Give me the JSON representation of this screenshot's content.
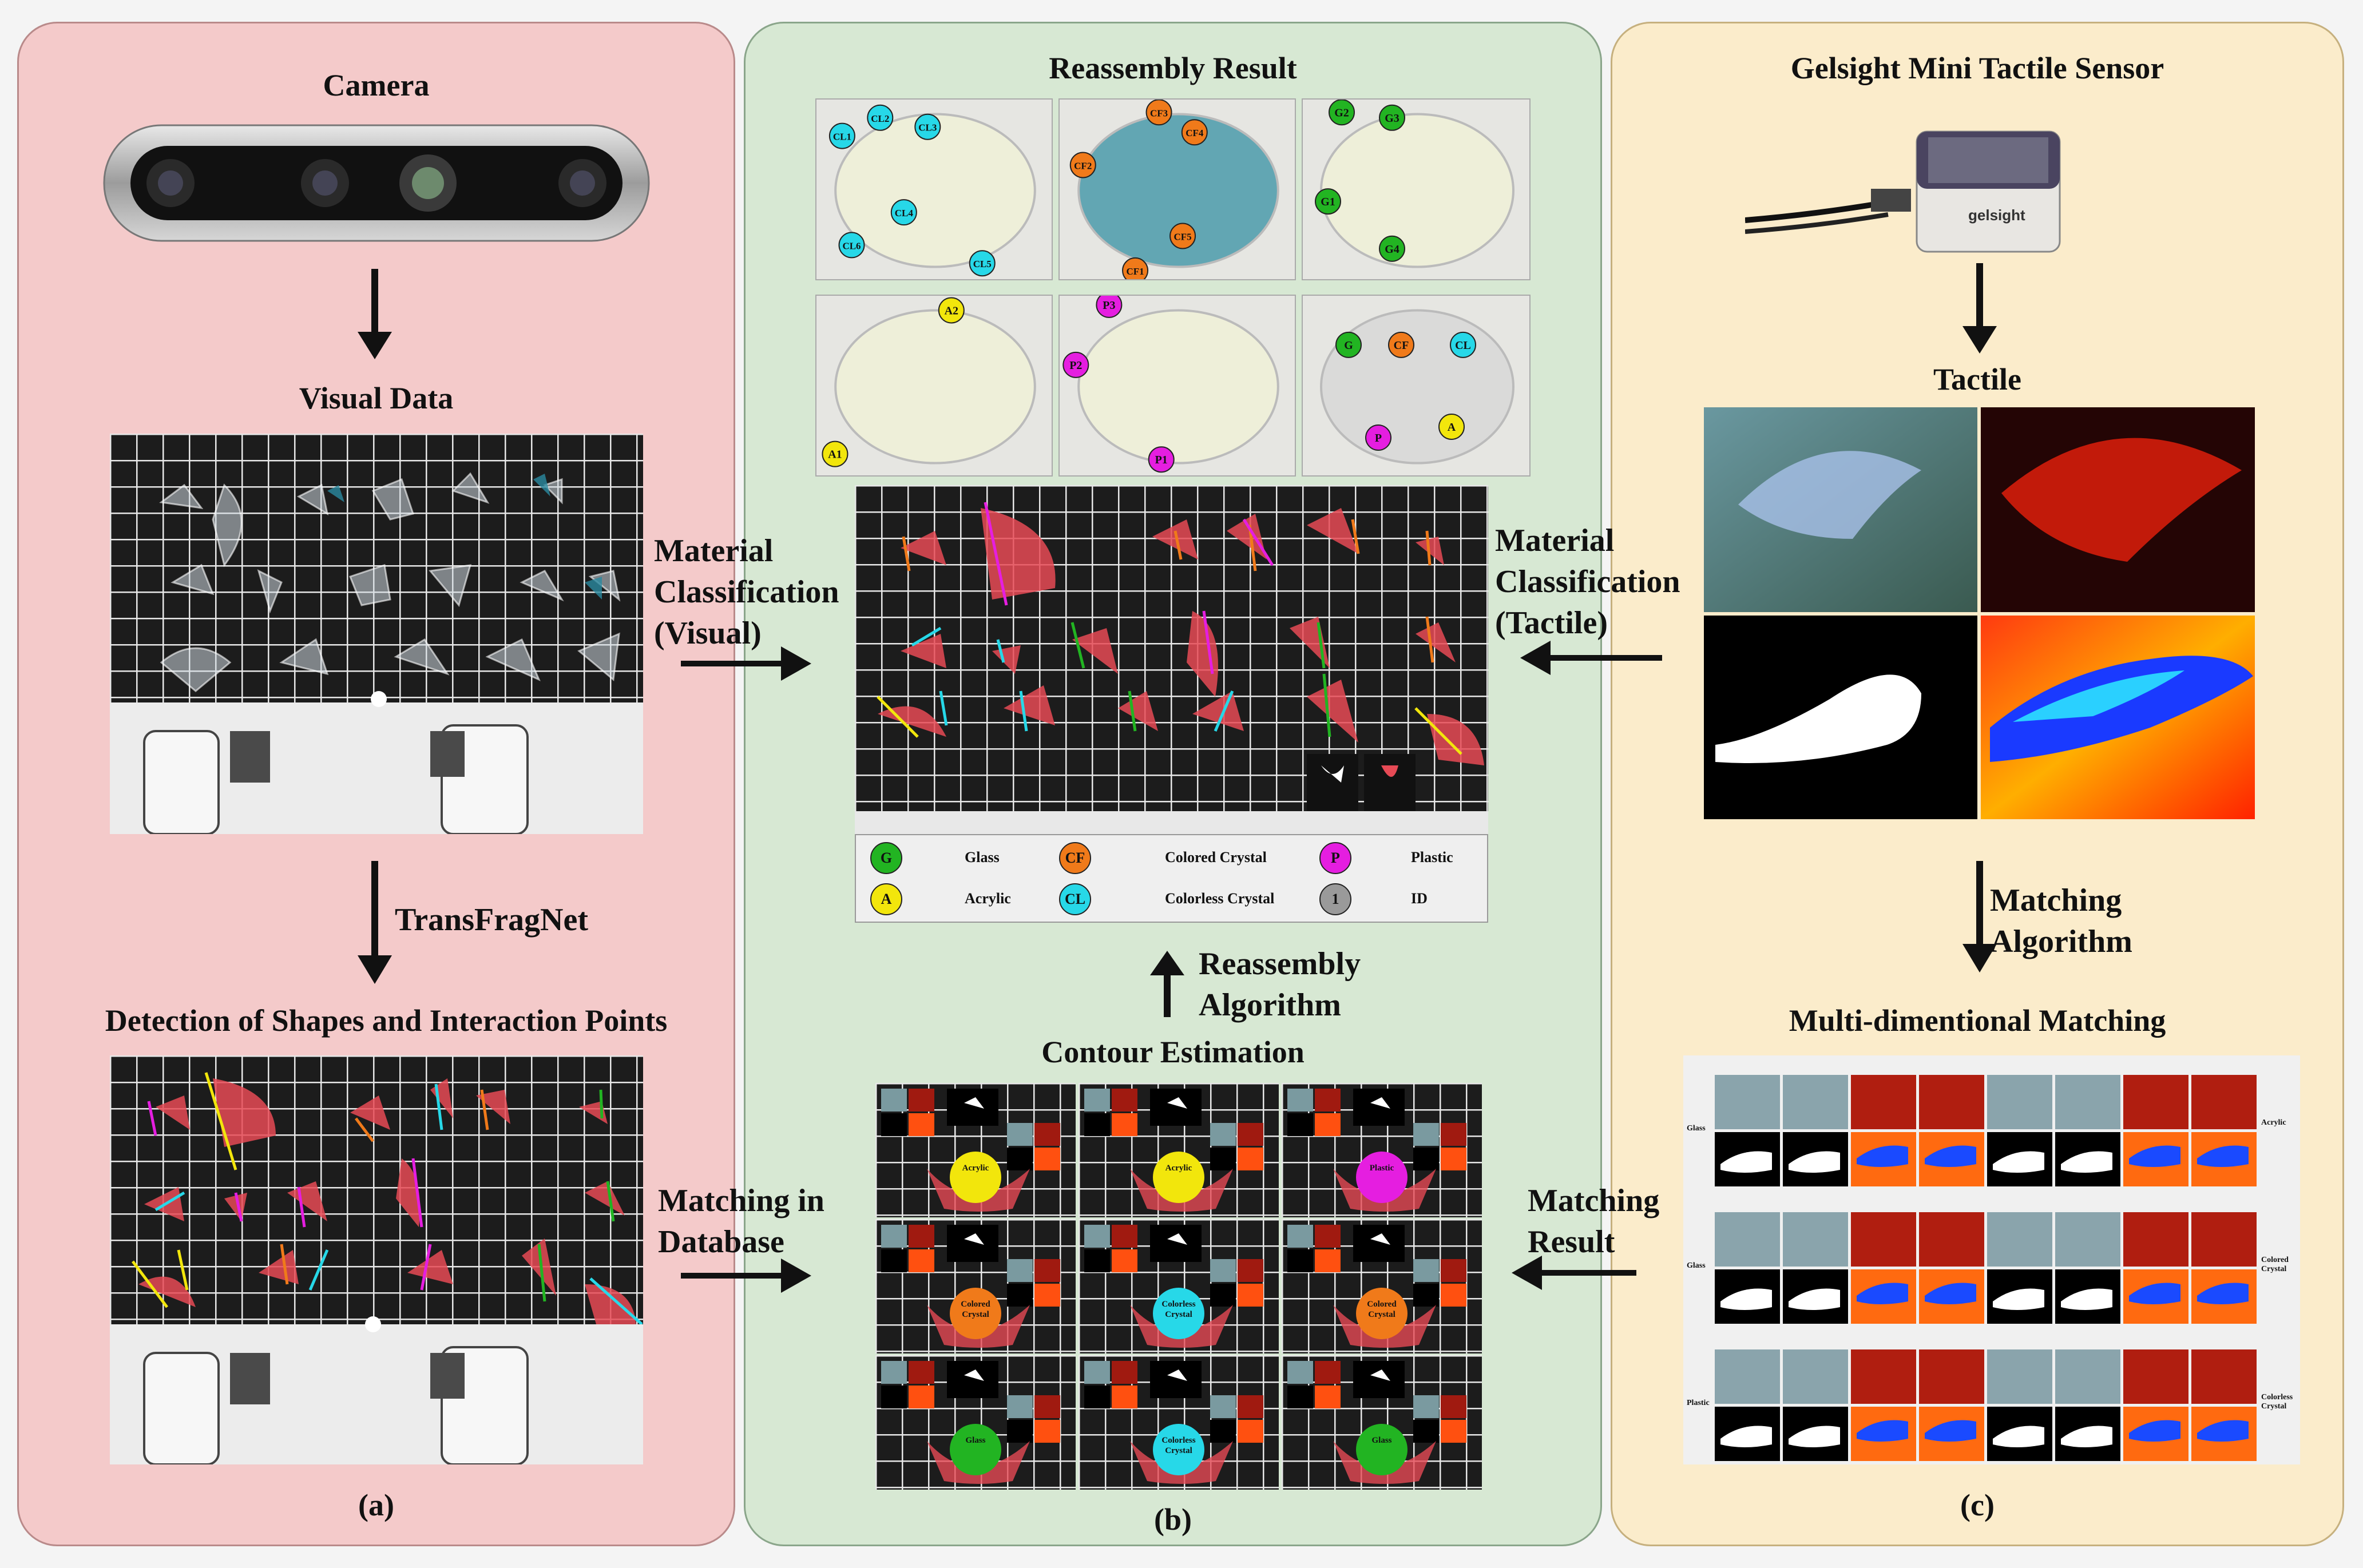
{
  "panel_a": {
    "camera_title": "Camera",
    "visual_data_title": "Visual Data",
    "transfragnet_label": "TransFragNet",
    "detection_title": "Detection of Shapes and Interaction Points",
    "caption": "(a)"
  },
  "panel_b": {
    "reassembly_title": "Reassembly Result",
    "contour_title": "Contour Estimation",
    "reassembly_algo_line1": "Reassembly",
    "reassembly_algo_line2": "Algorithm",
    "caption": "(b)",
    "tiles": [
      {
        "labels": [
          "CL1",
          "CL2",
          "CL3",
          "CL4",
          "CL5",
          "CL6"
        ],
        "color": "#27d8e8"
      },
      {
        "labels": [
          "CF1",
          "CF2",
          "CF3",
          "CF4",
          "CF5"
        ],
        "color": "#f07a1a"
      },
      {
        "labels": [
          "G1",
          "G2",
          "G3",
          "G4"
        ],
        "color": "#22b422"
      },
      {
        "labels": [
          "A1",
          "A2"
        ],
        "color": "#f2e60c"
      },
      {
        "labels": [
          "P1",
          "P2",
          "P3"
        ],
        "color": "#e51ee0"
      },
      {
        "labels": [
          "G",
          "CF",
          "CL",
          "P",
          "A"
        ],
        "color": "#22b422"
      }
    ],
    "legend": [
      {
        "badge": "G",
        "name": "Glass",
        "color": "#22b422"
      },
      {
        "badge": "CF",
        "name": "Colored Crystal",
        "color": "#f07a1a"
      },
      {
        "badge": "P",
        "name": "Plastic",
        "color": "#e51ee0"
      },
      {
        "badge": "A",
        "name": "Acrylic",
        "color": "#f2e60c"
      },
      {
        "badge": "CL",
        "name": "Colorless Crystal",
        "color": "#27d8e8"
      },
      {
        "badge": "1",
        "name": "ID",
        "color": "#9a9a9a"
      }
    ],
    "contour_labels": [
      "Acrylic",
      "Acrylic",
      "Plastic",
      "Colored Crystal",
      "Colorless Crystal",
      "Colored Crystal",
      "Glass",
      "Colorless Crystal",
      "Glass"
    ]
  },
  "panel_c": {
    "sensor_title": "Gelsight Mini Tactile Sensor",
    "tactile_title": "Tactile",
    "matching_algo_line1": "Matching",
    "matching_algo_line2": "Algorithm",
    "multi_title": "Multi-dimentional Matching",
    "caption": "(c)",
    "sensor_brand": "gelsight",
    "row_labels_left": [
      "Glass",
      "Glass",
      "Plastic"
    ],
    "row_labels_right": [
      "Acrylic",
      "Colored Crystal",
      "Colorless Crystal"
    ]
  },
  "arrows": {
    "mat_visual": [
      "Material",
      "Classification",
      "(Visual)"
    ],
    "mat_tactile": [
      "Material",
      "Classification",
      "(Tactile)"
    ],
    "matching_db": [
      "Matching in",
      "Database"
    ],
    "matching_result": [
      "Matching",
      "Result"
    ]
  }
}
